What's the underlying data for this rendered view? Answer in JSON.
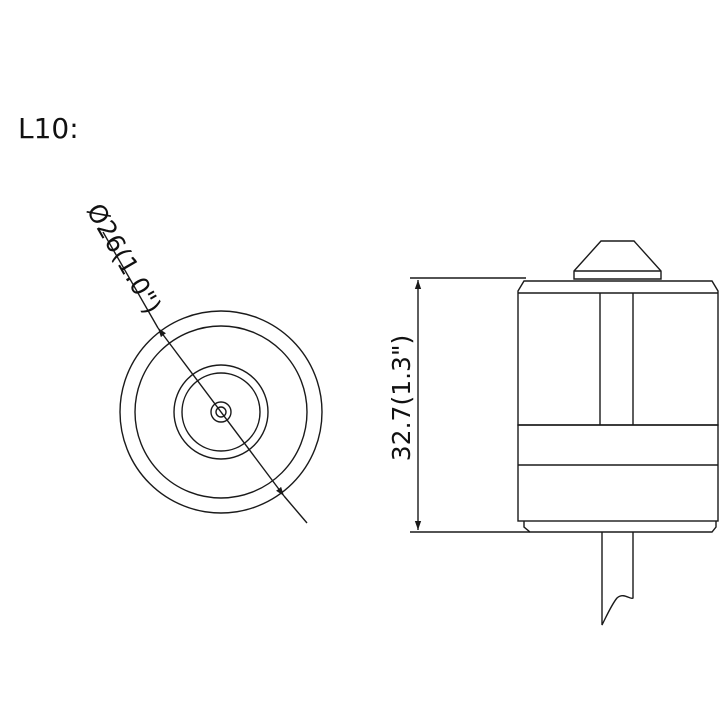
{
  "model": "L10:",
  "dimensions": {
    "diameter": "Ø26(1.0\")",
    "height": "32.7(1.3\")"
  },
  "colors": {
    "stroke": "#1a1a1a",
    "background": "#ffffff"
  }
}
